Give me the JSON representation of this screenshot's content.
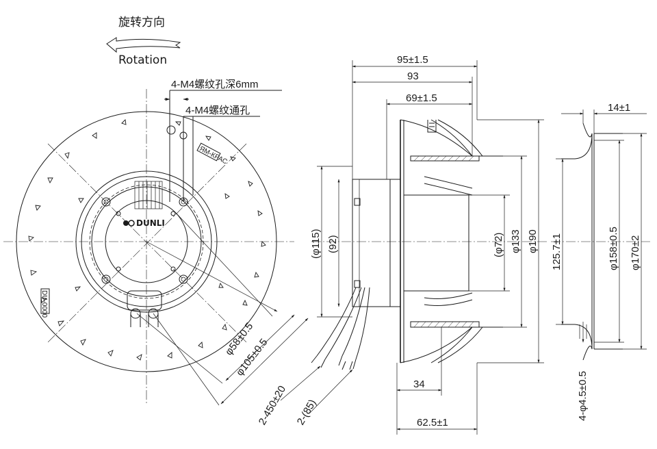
{
  "rotation": {
    "label_cn": "旋转方向",
    "label_en": "Rotation"
  },
  "front_view": {
    "callout_threaded_holes": "4-M4螺纹孔深6mm",
    "callout_through_holes": "4-M4螺纹通孔",
    "brand": "DUNLI",
    "label_rating": "ЯМ-КРАС",
    "label_serial": "DU-0000",
    "dim_bolt_circle": "φ58±0.5",
    "dim_inner_circle": "φ105±0.5",
    "dim_cable_length": "2-450±20",
    "dim_cable_strip": "2-(85)"
  },
  "side_view": {
    "dim_total_depth": "95±1.5",
    "dim_depth": "93",
    "dim_impeller_depth": "69±1.5",
    "dim_motor_dia": "(φ115)",
    "dim_motor_body": "(92)",
    "dim_hub": "(φ72)",
    "dim_shroud": "φ133",
    "dim_impeller_dia": "φ190",
    "dim_bottom_a": "34",
    "dim_bottom_b": "62.5±1"
  },
  "ring_view": {
    "dim_ring_width": "14±1",
    "dim_hole_spacing": "125.7±1",
    "dim_ring_inner": "φ158±0.5",
    "dim_ring_outer": "φ170±2",
    "dim_holes": "4-φ4.5±0.5"
  }
}
